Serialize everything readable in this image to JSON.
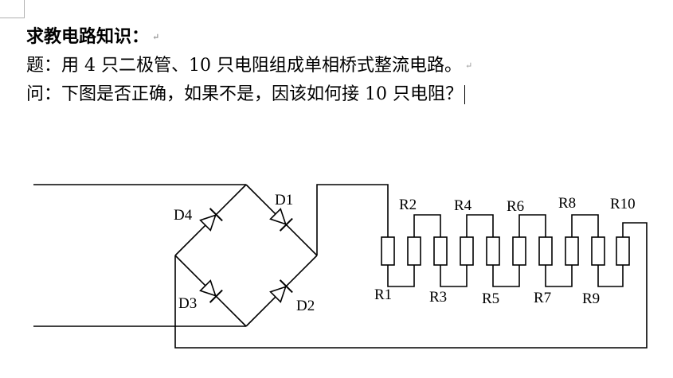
{
  "document": {
    "heading": "求教电路知识：",
    "question_line": "题：用 4 只二极管、10 只电阻组成单相桥式整流电路。",
    "ask_line": "问：下图是否正确，如果不是，因该如何接 10 只电阻？",
    "paragraph_mark": "↵"
  },
  "diagram": {
    "diodes": [
      "D1",
      "D2",
      "D3",
      "D4"
    ],
    "resistors": [
      "R1",
      "R2",
      "R3",
      "R4",
      "R5",
      "R6",
      "R7",
      "R8",
      "R9",
      "R10"
    ]
  }
}
